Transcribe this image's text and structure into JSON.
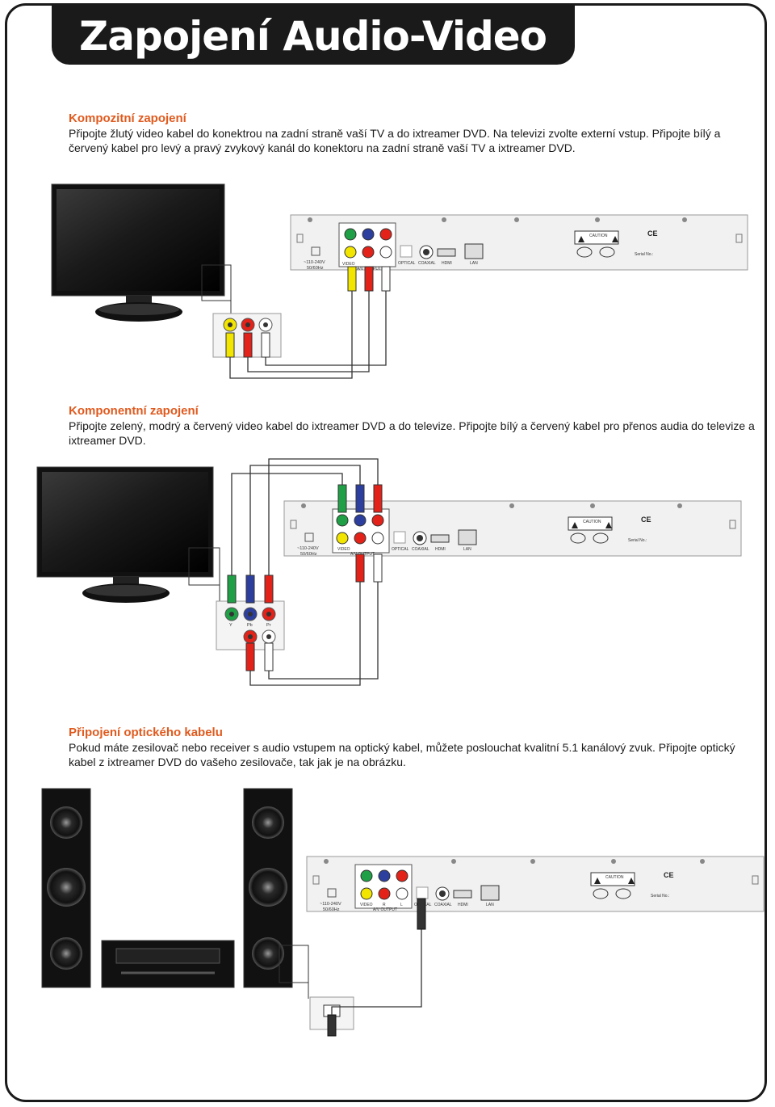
{
  "header": {
    "title": "Zapojení Audio-Video"
  },
  "sections": [
    {
      "title": "Kompozitní zapojení",
      "text": "Připojte žlutý video kabel do konektrou na zadní straně vaší TV a do ixtreamer DVD. Na televizi zvolte externí vstup. Připojte bílý a červený kabel pro levý a pravý zvykový kanál do konektoru na zadní straně vaší TV a ixtreamer DVD."
    },
    {
      "title": "Komponentní zapojení",
      "text": "Připojte zelený, modrý a červený video kabel do ixtreamer DVD a do televize. Připojte bílý a červený kabel pro přenos audia do televize a ixtreamer DVD."
    },
    {
      "title": "Připojení optického kabelu",
      "text": "Pokud máte zesilovač nebo receiver s audio vstupem na optický kabel, můžete poslouchat kvalitní 5.1 kanálový zvuk. Připojte optický kabel z ixtreamer DVD do vašeho zesilovače, tak jak je na obrázku."
    }
  ],
  "panel_labels": {
    "power": "~110-240V",
    "freq": "50/60Hz",
    "video": "VIDEO",
    "av_output": "A/V OUTPUT",
    "optical": "OPTICAL",
    "coaxial": "COAXIAL",
    "hdmi": "HDMI",
    "lan": "LAN",
    "caution": "CAUTION",
    "serial": "Serial No.:",
    "r": "R",
    "l": "L"
  },
  "component_labels": {
    "y": "Y",
    "pb": "Pb",
    "pr": "Pr"
  },
  "colors": {
    "accent": "#e05a1e",
    "yellow": "#f2e500",
    "red": "#e32219",
    "green": "#1fa046",
    "blue": "#2d3f9e",
    "white": "#ffffff"
  }
}
